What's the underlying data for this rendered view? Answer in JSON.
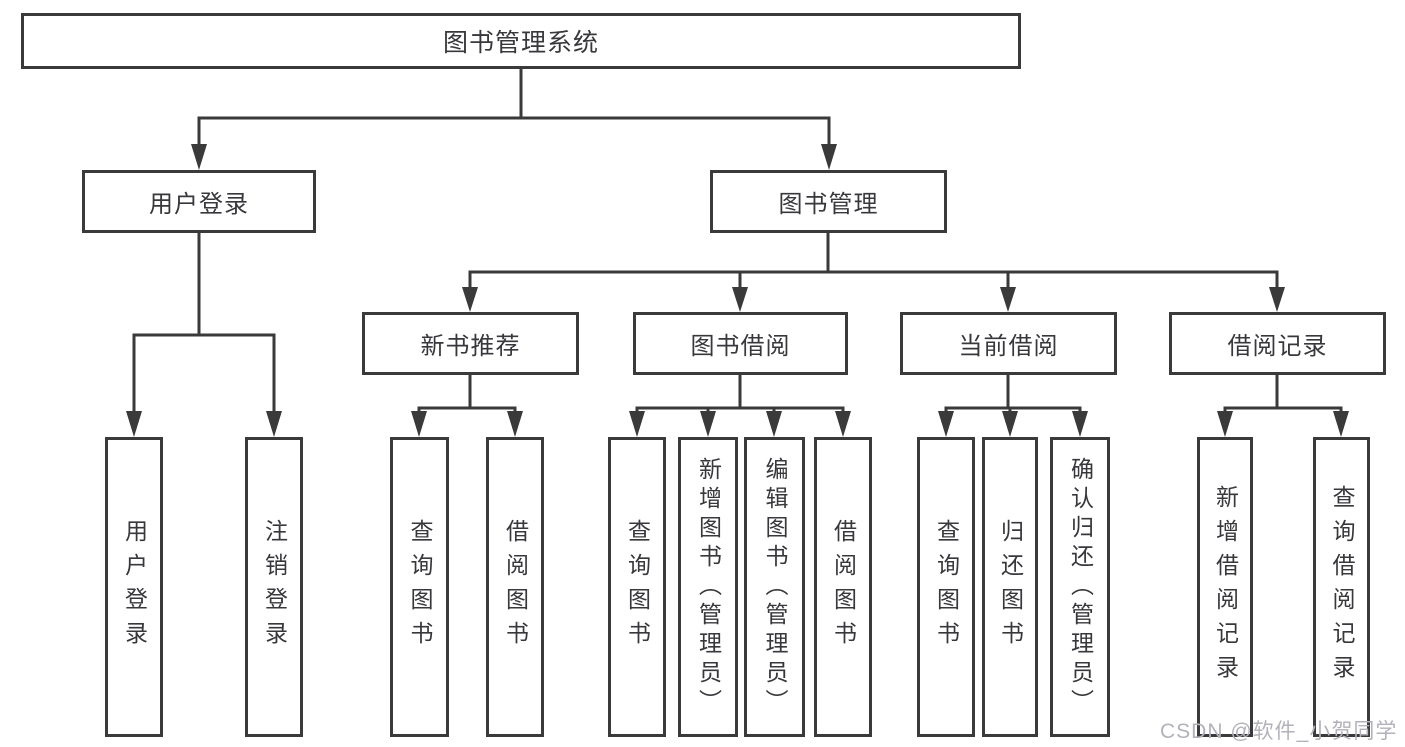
{
  "tree": {
    "root": {
      "label": "图书管理系统"
    },
    "branches": [
      {
        "label": "用户登录",
        "children": [
          {
            "label": "用户登录"
          },
          {
            "label": "注销登录"
          }
        ]
      },
      {
        "label": "图书管理",
        "children": [
          {
            "label": "新书推荐",
            "children": [
              {
                "label": "查询图书"
              },
              {
                "label": "借阅图书"
              }
            ]
          },
          {
            "label": "图书借阅",
            "children": [
              {
                "label": "查询图书"
              },
              {
                "label": "新增图书（管理员）"
              },
              {
                "label": "编辑图书（管理员）"
              },
              {
                "label": "借阅图书"
              }
            ]
          },
          {
            "label": "当前借阅",
            "children": [
              {
                "label": "查询图书"
              },
              {
                "label": "归还图书"
              },
              {
                "label": "确认归还（管理员）"
              }
            ]
          },
          {
            "label": "借阅记录",
            "children": [
              {
                "label": "新增借阅记录"
              },
              {
                "label": "查询借阅记录"
              }
            ]
          }
        ]
      }
    ]
  },
  "watermark": {
    "text": "CSDN @软件_小贺同学"
  },
  "colors": {
    "line": "#3a3a3a",
    "text": "#38383c",
    "box_background": "#ffffff",
    "watermark": "#b2b2ba"
  }
}
